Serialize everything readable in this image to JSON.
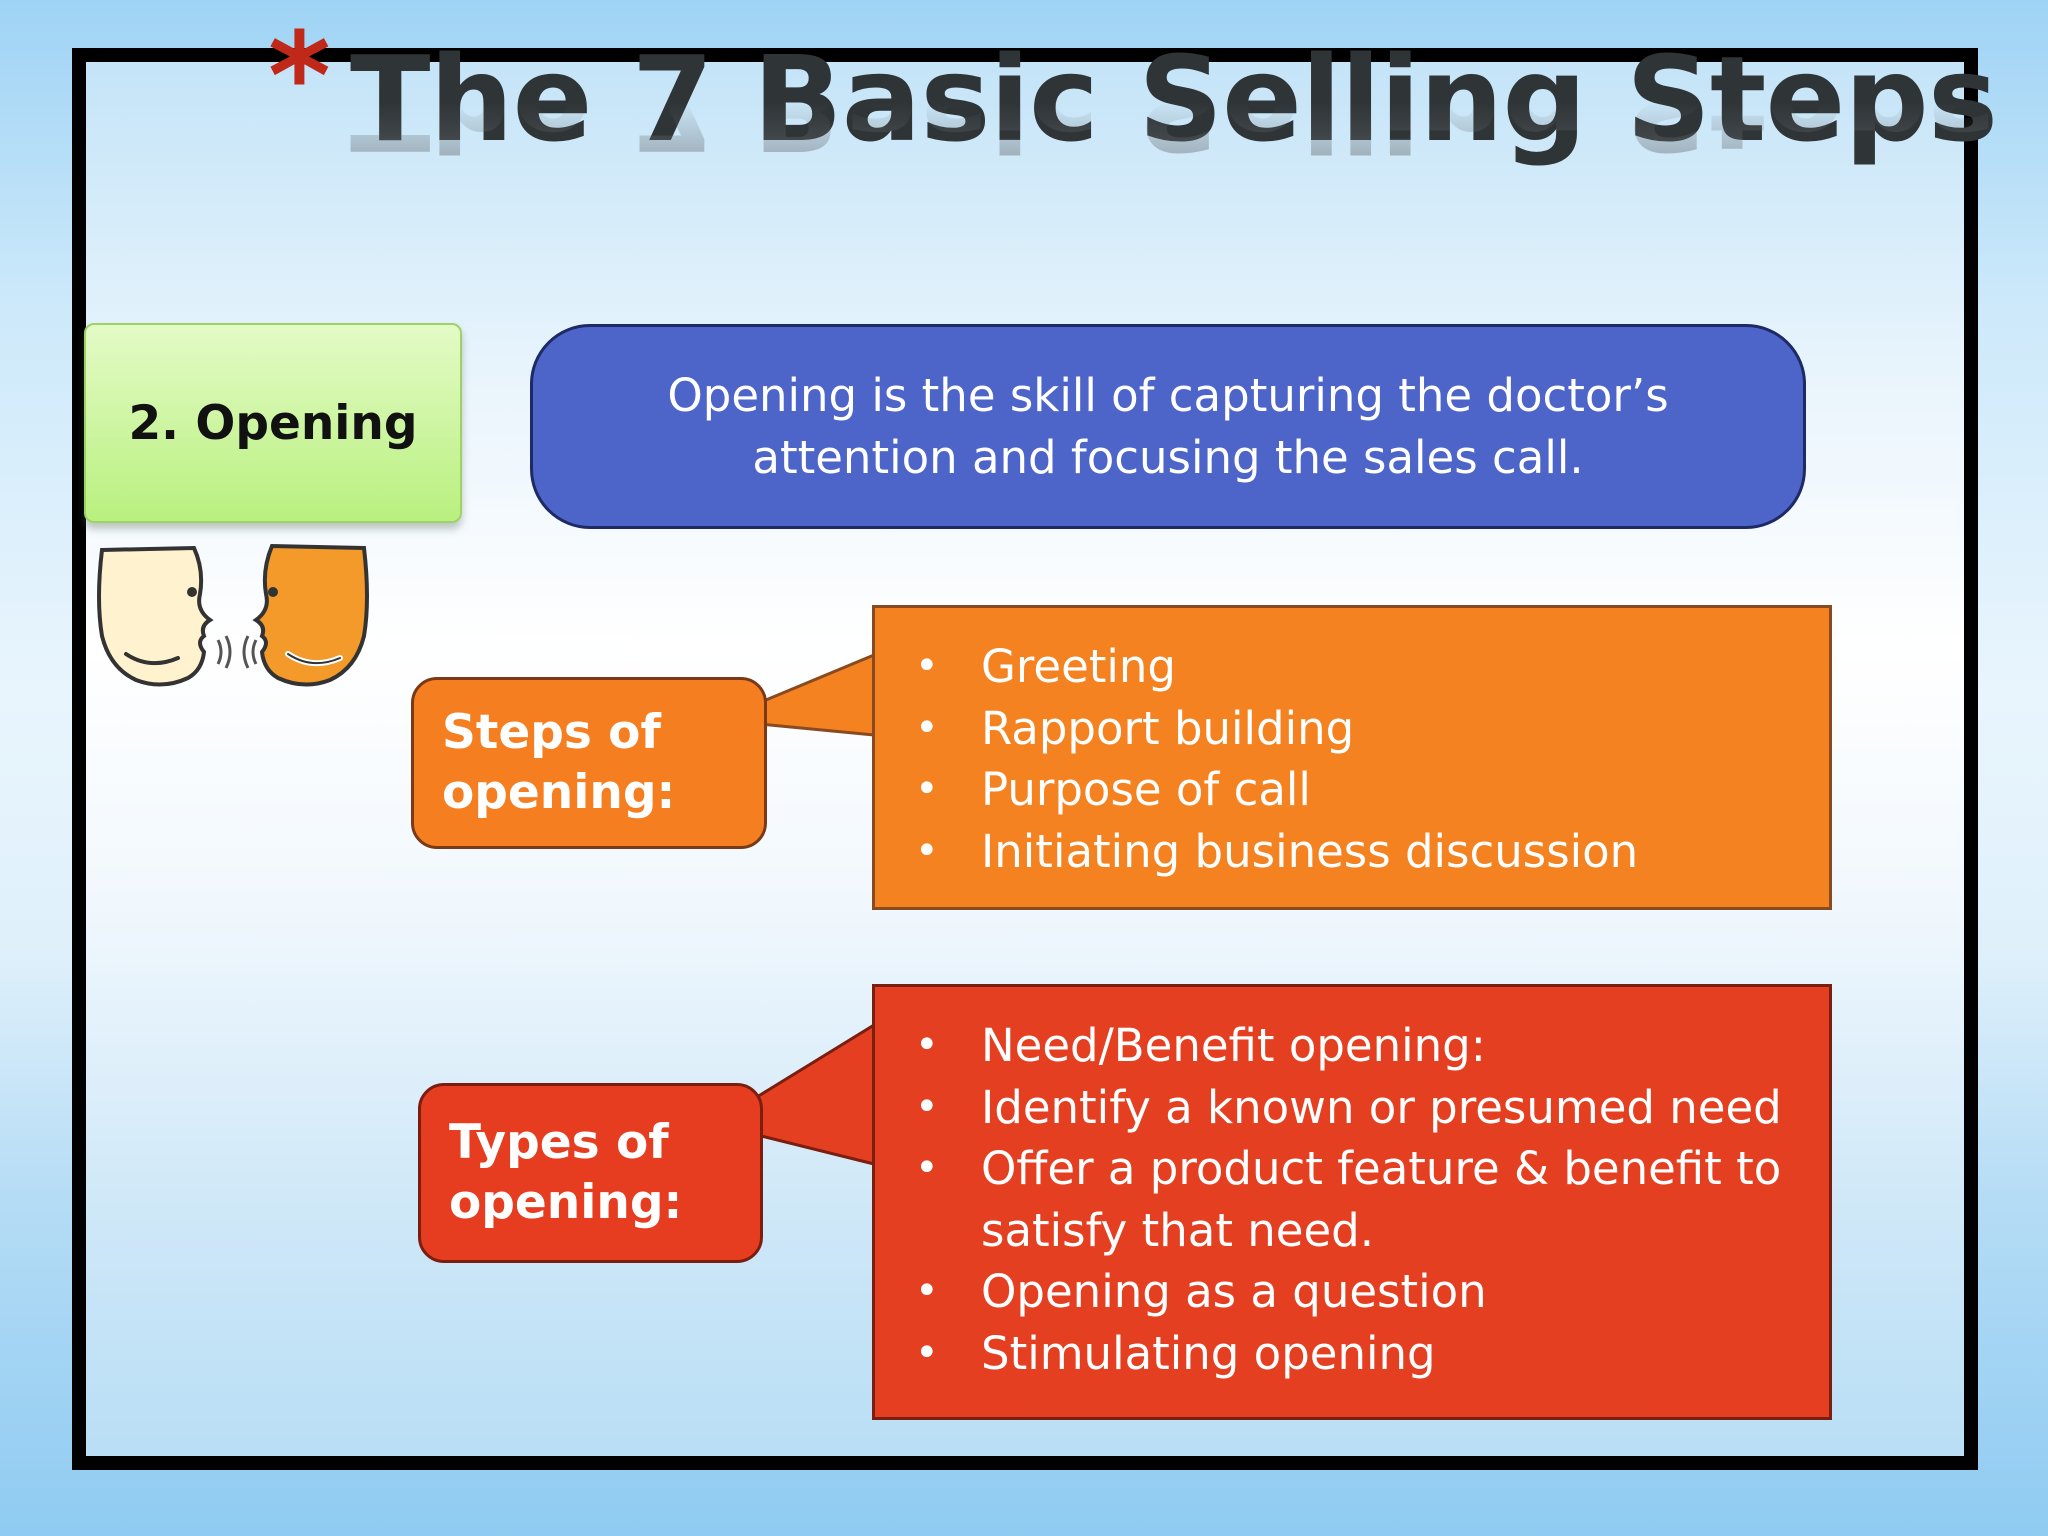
{
  "title": {
    "asterisk": "*",
    "text": "The 7 Basic Selling Steps"
  },
  "step_label": "2. Opening",
  "definition": "Opening is the skill of capturing the doctor’s attention and focusing the sales call.",
  "steps_label": {
    "line1": "Steps of",
    "line2": "opening:"
  },
  "steps_items": [
    "Greeting",
    "Rapport building",
    "Purpose of call",
    "Initiating business discussion"
  ],
  "types_label": {
    "line1": "Types of",
    "line2": "opening:"
  },
  "types_items": [
    "Need/Benefit opening:",
    "Identify a known or presumed need",
    "Offer a product feature & benefit to satisfy that need.",
    "Opening as a question",
    "Stimulating opening"
  ],
  "icons": {
    "faces": "talking-faces-icon",
    "bullet": "•"
  },
  "colors": {
    "title_accent": "#c0281a",
    "green_box": "#b9f07f",
    "blue_box": "#4d64c8",
    "orange": "#f58220",
    "red": "#e53f22"
  }
}
